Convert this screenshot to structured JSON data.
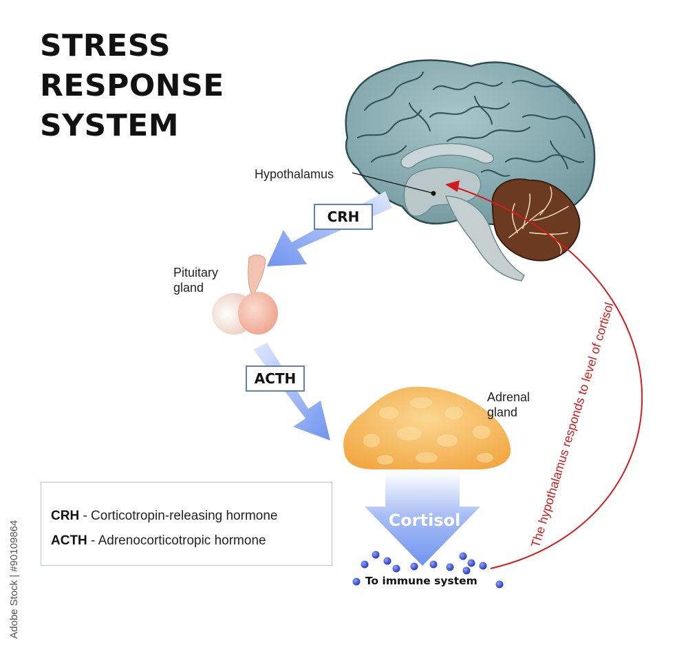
{
  "title": {
    "line1": "STRESS",
    "line2": "RESPONSE",
    "line3": "SYSTEM"
  },
  "labels": {
    "hypothalamus": "Hypothalamus",
    "pituitary_line1": "Pituitary",
    "pituitary_line2": "gland",
    "adrenal_line1": "Adrenal",
    "adrenal_line2": "gland",
    "cortisol": "Cortisol",
    "immune": "To immune system",
    "feedback": "The hypothalamus responds to level of cortisol"
  },
  "hormones": {
    "crh": "CRH",
    "acth": "ACTH"
  },
  "legend": [
    {
      "abbr": "CRH",
      "text": " - Corticotropin-releasing hormone"
    },
    {
      "abbr": "ACTH",
      "text": " - Adrenocorticotropic hormone"
    }
  ],
  "watermark": "Adobe Stock | #90109864",
  "colors": {
    "arrow_blue": "#6f93ee",
    "feedback_red": "#d21b1b",
    "brain_teal": "#8fb2b7",
    "cerebellum_brown": "#6b3a20",
    "adrenal_orange": "#f6b552",
    "pituitary_pink": "#f4c9b6",
    "molecule_blue": "#2f47c8"
  }
}
